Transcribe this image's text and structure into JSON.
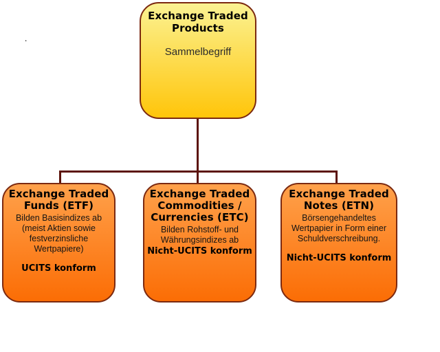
{
  "palette": {
    "top_box_top": "#FBF292",
    "top_box_bottom": "#FFC50A",
    "child_box_top": "#FFA14B",
    "child_box_bottom": "#FB6D05",
    "border": "#7B2910",
    "connector": "#5C130B",
    "text": "#000000"
  },
  "stray_mark": ".",
  "root": {
    "title_lines": [
      "Exchange Traded",
      "Products"
    ],
    "subtitle": "Sammelbegriff"
  },
  "children": {
    "etf": {
      "title_lines": [
        "Exchange Traded",
        "Funds (ETF)"
      ],
      "body_lines": [
        "Bilden Basisindizes ab",
        "(meist Aktien sowie",
        "festverzinsliche",
        "Wertpapiere)"
      ],
      "footer": "UCITS konform"
    },
    "etc": {
      "title_lines": [
        "Exchange Traded",
        "Commodities /",
        "Currencies (ETC)"
      ],
      "body_lines": [
        "Bilden Rohstoff- und",
        "Währungsindizes ab"
      ],
      "footer": "Nicht-UCITS konform"
    },
    "etn": {
      "title_lines": [
        "Exchange Traded",
        "Notes (ETN)"
      ],
      "body_lines": [
        "Börsengehandeltes",
        "Wertpapier in Form einer",
        "Schuldverschreibung."
      ],
      "footer": "Nicht-UCITS konform"
    }
  }
}
